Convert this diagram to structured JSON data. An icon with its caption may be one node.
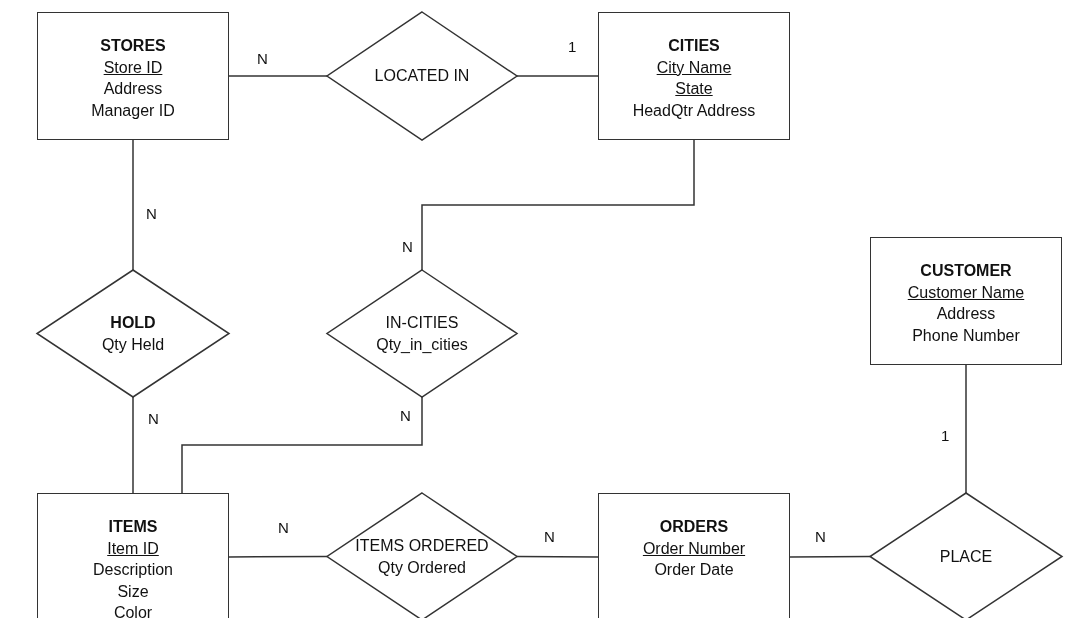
{
  "diagram": {
    "nodes": [
      {
        "text": [
          "STORES",
          "Store ID",
          "Address",
          "Manager ID"
        ]
      },
      {
        "text": [
          "LOCATED IN"
        ]
      },
      {
        "text": [
          "CITIES",
          "City Name",
          "State",
          "HeadQtr Address"
        ]
      },
      {
        "text": [
          "HOLD",
          "Qty Held"
        ]
      },
      {
        "text": [
          "IN-CITIES",
          "Qty_in_cities"
        ]
      },
      {
        "text": [
          "CUSTOMER",
          "Customer Name",
          "Address",
          "Phone Number"
        ]
      },
      {
        "text": [
          "ITEMS",
          "Item ID",
          "Description",
          "Size",
          "Color"
        ]
      },
      {
        "text": [
          "ITEMS ORDERED",
          "Qty Ordered"
        ]
      },
      {
        "text": [
          "ORDERS",
          "Order Number",
          "Order Date"
        ]
      },
      {
        "text": [
          "PLACE"
        ]
      }
    ],
    "edges": [
      {
        "from": 0,
        "to": 1,
        "arrow": "none",
        "label": "N"
      },
      {
        "from": 1,
        "to": 2,
        "arrow": "none",
        "label": "1"
      },
      {
        "from": 0,
        "to": 3,
        "arrow": "none",
        "label": "N"
      },
      {
        "from": 2,
        "to": 4,
        "arrow": "none",
        "label": "N"
      },
      {
        "from": 3,
        "to": 6,
        "arrow": "none",
        "label": "N"
      },
      {
        "from": 4,
        "to": 6,
        "arrow": "none",
        "label": "N"
      },
      {
        "from": 6,
        "to": 7,
        "arrow": "none",
        "label": "N"
      },
      {
        "from": 7,
        "to": 8,
        "arrow": "none",
        "label": "N"
      },
      {
        "from": 8,
        "to": 9,
        "arrow": "none",
        "label": "N"
      },
      {
        "from": 5,
        "to": 9,
        "arrow": "none",
        "label": "1"
      }
    ]
  }
}
